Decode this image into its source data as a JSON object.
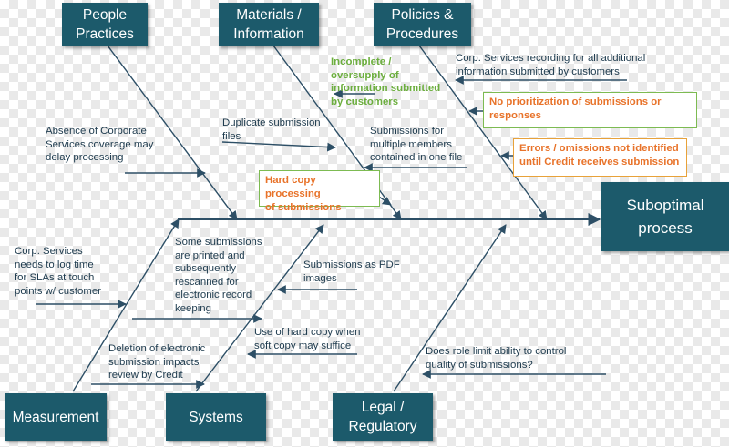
{
  "head": {
    "label": "Suboptimal\nprocess"
  },
  "categories": {
    "people": "People\nPractices",
    "materials": "Materials /\nInformation",
    "policies": "Policies &\nProcedures",
    "measurement": "Measurement",
    "systems": "Systems",
    "legal": "Legal /\nRegulatory"
  },
  "causes": {
    "people_1": "Absence of Corporate\nServices coverage may\ndelay processing",
    "materials_1": "Incomplete /\noversupply of\ninformation submitted\nby customers",
    "materials_2": "Duplicate submission\nfiles",
    "materials_3": "Submissions for\nmultiple members\ncontained in one file",
    "materials_4": "Hard copy processing\nof submissions",
    "policies_1": "Corp. Services recording for all additional\ninformation submitted by customers",
    "policies_2": "No prioritization  of submissions  or\nresponses",
    "policies_3": "Errors / omissions not identified\nuntil Credit receives submission",
    "measurement_1": "Corp. Services\nneeds to log time\nfor SLAs at touch\npoints w/ customer",
    "measurement_2": "Deletion of electronic\nsubmission impacts\nreview by Credit",
    "systems_1": "Some submissions\nare printed and\nsubsequently\nrescanned for\nelectronic record\nkeeping",
    "systems_2": "Submissions as PDF\nimages",
    "systems_3": "Use of hard copy when\nsoft copy may suffice",
    "legal_1": "Does role limit ability to control\nquality of submissions?"
  },
  "colors": {
    "box": "#1c5a6b",
    "line": "#2d4f66",
    "green_text": "#6cae3e",
    "orange_text": "#e8732a"
  }
}
